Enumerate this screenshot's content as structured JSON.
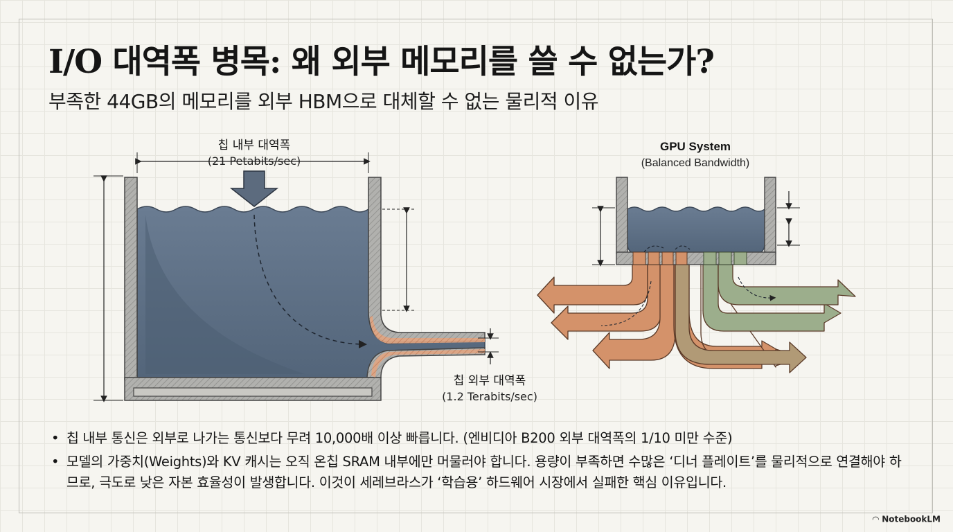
{
  "title": "I/O 대역폭 병목: 왜 외부 메모리를 쓸 수 없는가?",
  "subtitle": "부족한 44GB의 메모리를 외부 HBM으로 대체할 수 없는 물리적 이유",
  "left_diagram": {
    "top_label": "칩 내부 대역폭",
    "top_value": "(21 Petabits/sec)",
    "outlet_label": "칩 외부 대역폭",
    "outlet_value": "(1.2 Terabits/sec)"
  },
  "right_diagram": {
    "title": "GPU System",
    "subtitle": "(Balanced Bandwidth)"
  },
  "colors": {
    "water": "#5d6f85",
    "water_dark": "#4a5a6e",
    "wall": "#a9a9a7",
    "pipe_orange": "#d4926a",
    "pipe_green": "#9cae8c"
  },
  "bullets": [
    "칩 내부 통신은 외부로 나가는 통신보다 무려 10,000배 이상 빠릅니다. (엔비디아 B200 외부 대역폭의 1/10 미만 수준)",
    "모델의 가중치(Weights)와 KV 캐시는 오직 온칩 SRAM 내부에만 머물러야 합니다. 용량이 부족하면 수많은 ‘디너 플레이트’를 물리적으로 연결해야 하므로, 극도로 낮은 자본 효율성이 발생합니다. 이것이 세레브라스가 ‘학습용’ 하드웨어 시장에서 실패한 핵심 이유입니다."
  ],
  "brand": "NotebookLM"
}
